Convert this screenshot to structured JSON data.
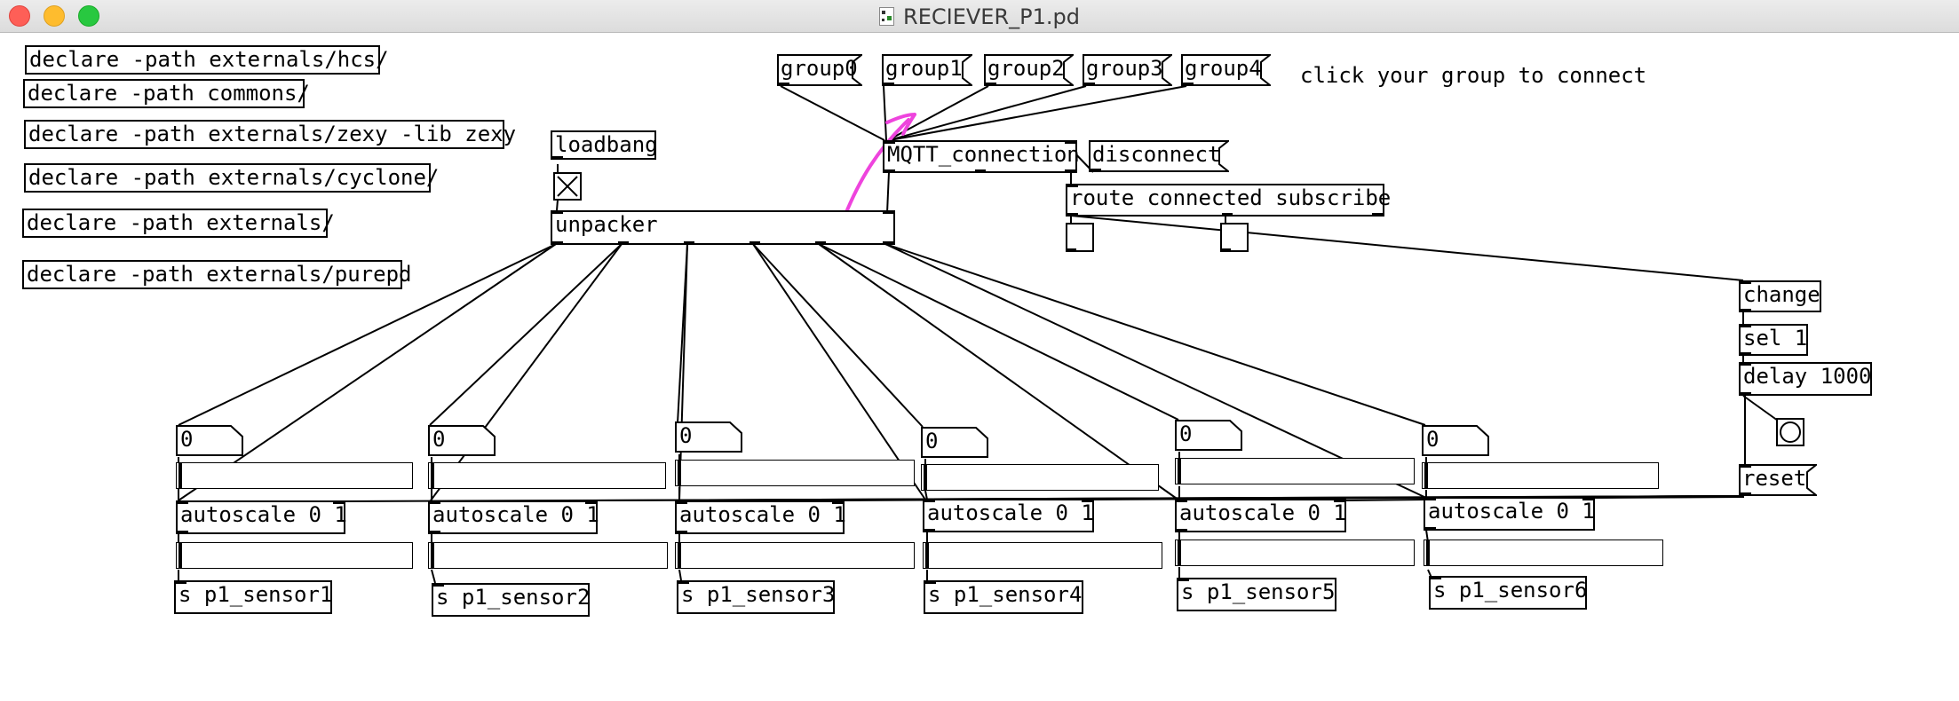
{
  "window": {
    "title": "RECIEVER_P1.pd"
  },
  "declares": [
    "declare -path externals/hcs/",
    "declare -path commons/",
    "declare -path externals/zexy -lib zexy",
    "declare -path externals/cyclone/",
    "declare -path externals/",
    "declare -path externals/purepd"
  ],
  "objects": {
    "loadbang": "loadbang",
    "unpacker": "unpacker",
    "mqtt": "MQTT_connection",
    "route": "route connected subscribe",
    "change": "change",
    "sel": "sel 1",
    "delay": "delay 1000"
  },
  "messages": {
    "groups": [
      "group0",
      "group1",
      "group2",
      "group3",
      "group4"
    ],
    "disconnect": "disconnect",
    "reset": "reset"
  },
  "comment": "click your group to connect",
  "channels": [
    {
      "number": "0",
      "autoscale": "autoscale 0 1",
      "send": "s p1_sensor1"
    },
    {
      "number": "0",
      "autoscale": "autoscale 0 1",
      "send": "s p1_sensor2"
    },
    {
      "number": "0",
      "autoscale": "autoscale 0 1",
      "send": "s p1_sensor3"
    },
    {
      "number": "0",
      "autoscale": "autoscale 0 1",
      "send": "s p1_sensor4"
    },
    {
      "number": "0",
      "autoscale": "autoscale 0 1",
      "send": "s p1_sensor5"
    },
    {
      "number": "0",
      "autoscale": "autoscale 0 1",
      "send": "s p1_sensor6"
    }
  ],
  "colors": {
    "annotation": "#ee44dd",
    "traffic_close": "#fe5f57",
    "traffic_min": "#febc2e",
    "traffic_max": "#28c840"
  },
  "toggle_state": "on"
}
